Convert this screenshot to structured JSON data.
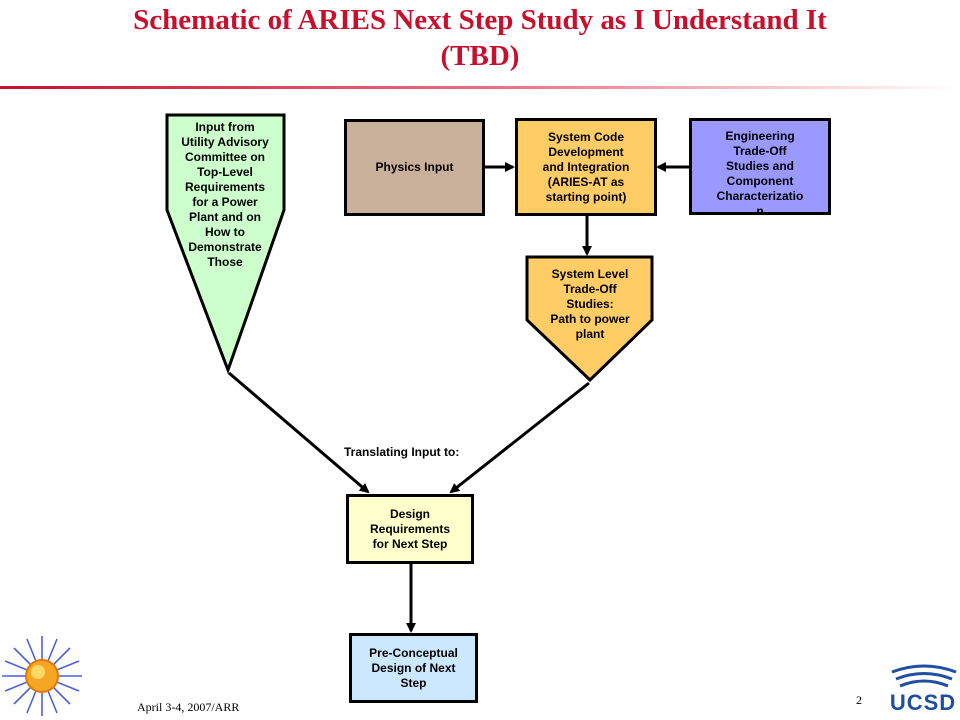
{
  "title": {
    "line1": "Schematic of ARIES Next Step Study as I Understand It",
    "line2": "(TBD)"
  },
  "nodes": {
    "utility_input": "Input from\nUtility Advisory\nCommittee on\nTop-Level\nRequirements\nfor a Power\nPlant and on\nHow to\nDemonstrate\nThose",
    "physics_input": "Physics Input",
    "system_code": "System Code\nDevelopment\nand Integration\n(ARIES-AT as\nstarting point)",
    "engineering": "Engineering\nTrade-Off\nStudies and\nComponent\nCharacterizatio\nn",
    "system_level": "System Level\nTrade-Off\nStudies:\nPath to power\nplant",
    "design_requirements": "Design\nRequirements\nfor Next Step",
    "pre_conceptual": "Pre-Conceptual\nDesign of Next\nStep"
  },
  "caption": "Translating Input to:",
  "footer": {
    "date": "April 3-4, 2007/ARR",
    "page": "2",
    "logo_text": "UCSD"
  },
  "colors": {
    "title": "#c8102e",
    "utility_fill": "#ccffcc",
    "physics_fill": "#c8b09a",
    "system_code_fill": "#ffcc66",
    "engineering_fill": "#9999ff",
    "design_fill": "#ffffcc",
    "preconceptual_fill": "#cce8ff",
    "logo_blue": "#1e4fa0"
  }
}
